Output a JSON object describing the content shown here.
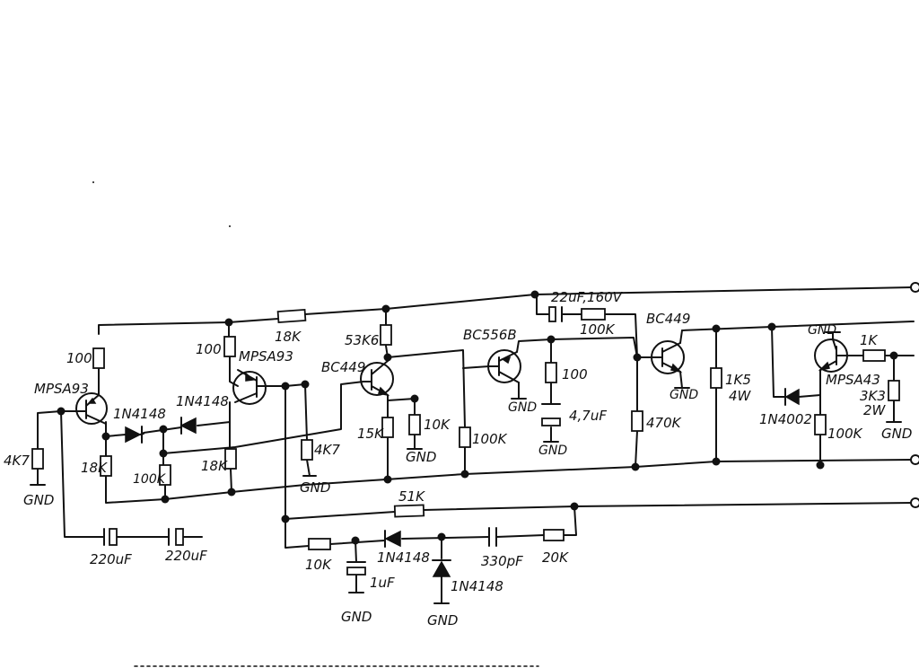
{
  "labels": {
    "r100_a": "100",
    "q1": "MPSA93",
    "r4k7_a": "4K7",
    "gnd_1": "GND",
    "r18k_a": "18K",
    "d1": "1N4148",
    "d2": "1N4148",
    "r100k_a": "100K",
    "r100_b": "100",
    "q2": "MPSA93",
    "r18k_b": "18K",
    "r18k_top": "18K",
    "r4k7_b": "4K7",
    "gnd_2": "GND",
    "r53k6": "53K6",
    "q3": "BC449",
    "r15k": "15K",
    "r10k_a": "10K",
    "gnd_3": "GND",
    "q4": "BC556B",
    "gnd_4": "GND",
    "r100_c": "100",
    "c4u7": "4,7uF",
    "gnd_5": "GND",
    "r100k_b": "100K",
    "c22u": "22uF,160V",
    "r100k_c": "100K",
    "q5": "BC449",
    "gnd_6": "GND",
    "r470k": "470K",
    "r1k5": "1K5",
    "r1k5_w": "4W",
    "d4002": "1N4002",
    "gnd_7": "GND",
    "q6": "MPSA43",
    "r1k": "1K",
    "r100k_d": "100K",
    "r3k3": "3K3",
    "r3k3_w": "2W",
    "gnd_8": "GND",
    "c220_a": "220uF",
    "c220_b": "220uF",
    "r51k": "51K",
    "r10k_b": "10K",
    "d3": "1N4148",
    "c1u": "1uF",
    "gnd_9": "GND",
    "d5": "1N4148",
    "gnd_10": "GND",
    "c330p": "330pF",
    "r20k": "20K"
  }
}
